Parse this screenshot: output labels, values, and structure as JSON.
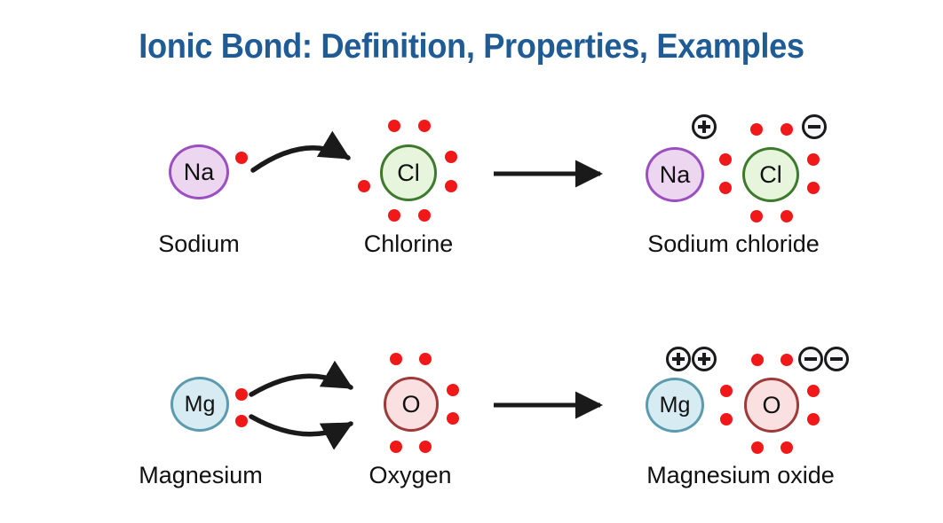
{
  "title": "Ionic Bond: Definition, Properties, Examples",
  "colors": {
    "title": "#1F5B94",
    "background": "#FFFFFF",
    "electron": "#F01818",
    "arrow": "#1A1A1A",
    "na_fill": "#EDD6F0",
    "na_stroke": "#9B4FC0",
    "cl_fill": "#E6F5DC",
    "cl_stroke": "#3D7A2E",
    "mg_fill": "#D6EBF2",
    "mg_stroke": "#5B9BAD",
    "o_fill": "#FAE0E0",
    "o_stroke": "#9E3A3A"
  },
  "reactions": [
    {
      "id": "sodium-chloride",
      "reactant_a": {
        "symbol": "Na",
        "caption": "Sodium",
        "electron_count": 1
      },
      "reactant_b": {
        "symbol": "Cl",
        "caption": "Chlorine",
        "electron_count": 7
      },
      "product": {
        "caption": "Sodium chloride",
        "cation_symbol": "Na",
        "anion_symbol": "Cl",
        "cation_charge": "+",
        "cation_charge_count": 1,
        "anion_charge": "−",
        "anion_charge_count": 1,
        "anion_electron_count": 8
      },
      "transfer_arrows": 1
    },
    {
      "id": "magnesium-oxide",
      "reactant_a": {
        "symbol": "Mg",
        "caption": "Magnesium",
        "electron_count": 2
      },
      "reactant_b": {
        "symbol": "O",
        "caption": "Oxygen",
        "electron_count": 6
      },
      "product": {
        "caption": "Magnesium oxide",
        "cation_symbol": "Mg",
        "anion_symbol": "O",
        "cation_charge": "+",
        "cation_charge_count": 2,
        "anion_charge": "−",
        "anion_charge_count": 2,
        "anion_electron_count": 8
      },
      "transfer_arrows": 2
    }
  ]
}
